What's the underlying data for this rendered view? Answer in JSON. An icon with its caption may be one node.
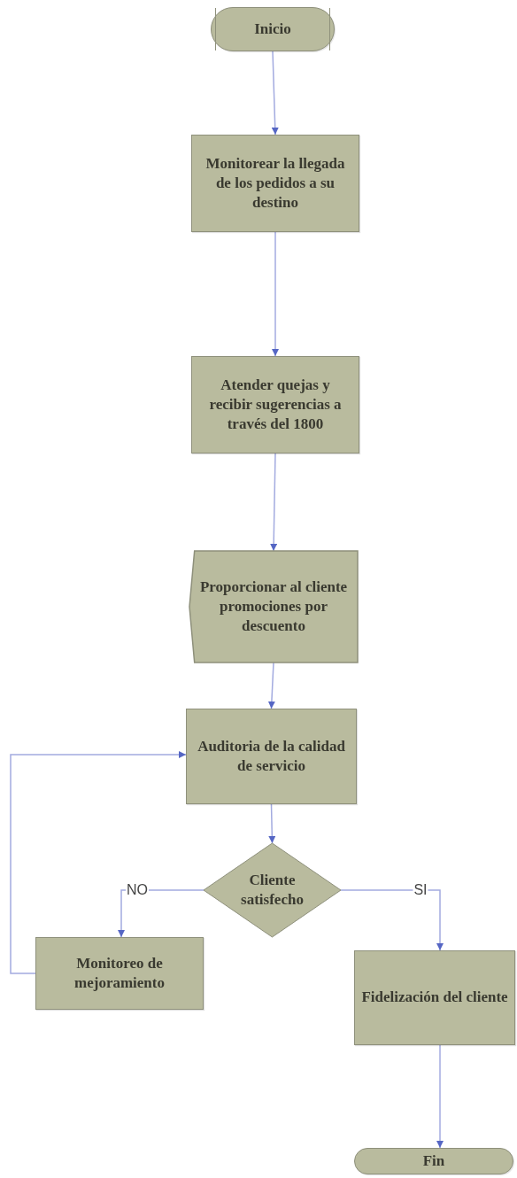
{
  "diagram": {
    "nodes": [
      {
        "text": [
          "Inicio"
        ]
      },
      {
        "text": [
          "Monitorear la llegada de los pedidos a su destino"
        ]
      },
      {
        "text": [
          "Atender quejas y recibir sugerencias a través del 1800"
        ]
      },
      {
        "text": [
          "Proporcionar al cliente promociones por descuento"
        ]
      },
      {
        "text": [
          "Auditoria de la calidad de servicio"
        ]
      },
      {
        "text": [
          "Cliente satisfecho"
        ]
      },
      {
        "text": [
          "Monitoreo de mejoramiento"
        ]
      },
      {
        "text": [
          "Fidelización del cliente"
        ]
      },
      {
        "text": [
          "Fin"
        ]
      }
    ],
    "edges": [
      {
        "from": 0,
        "to": 1,
        "arrow": "to"
      },
      {
        "from": 1,
        "to": 2,
        "arrow": "to"
      },
      {
        "from": 2,
        "to": 3,
        "arrow": "to"
      },
      {
        "from": 3,
        "to": 4,
        "arrow": "to"
      },
      {
        "from": 4,
        "to": 5,
        "arrow": "to"
      },
      {
        "from": 5,
        "to": 6,
        "arrow": "to",
        "label": "NO"
      },
      {
        "from": 5,
        "to": 7,
        "arrow": "to",
        "label": "SI"
      },
      {
        "from": 6,
        "to": 4,
        "arrow": "to"
      },
      {
        "from": 7,
        "to": 8,
        "arrow": "to"
      }
    ]
  }
}
